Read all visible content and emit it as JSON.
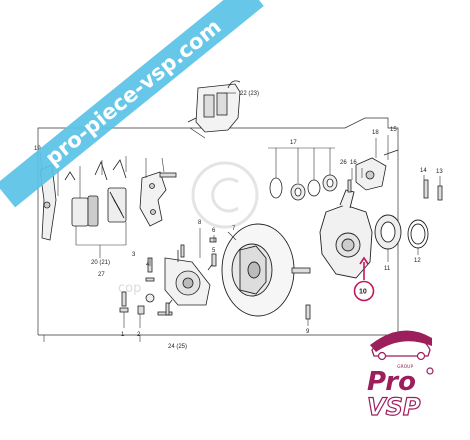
{
  "watermark": {
    "text": "pro-piece-vsp.com",
    "band_color": "#5bc3e6",
    "faint_text": "cop"
  },
  "callouts": {
    "c1": "1",
    "c2": "2",
    "c3": "3",
    "c4": "4",
    "c5": "5",
    "c6": "6",
    "c7": "7",
    "c8": "8",
    "c9": "9",
    "c10": "10",
    "c11": "11",
    "c12": "12",
    "c13": "13",
    "c14": "14",
    "c15": "15",
    "c16": "16",
    "c17": "17",
    "c18": "18",
    "c19": "19",
    "c20": "20 (21)",
    "c22": "22 (23)",
    "c24": "24 (25)",
    "c26": "26",
    "c27": "27"
  },
  "highlight": {
    "label": "10",
    "color": "#c2185b"
  },
  "logo": {
    "group": "GROUP",
    "pro": "Pro",
    "vsp": "VSP",
    "color": "#9c1f5c"
  }
}
